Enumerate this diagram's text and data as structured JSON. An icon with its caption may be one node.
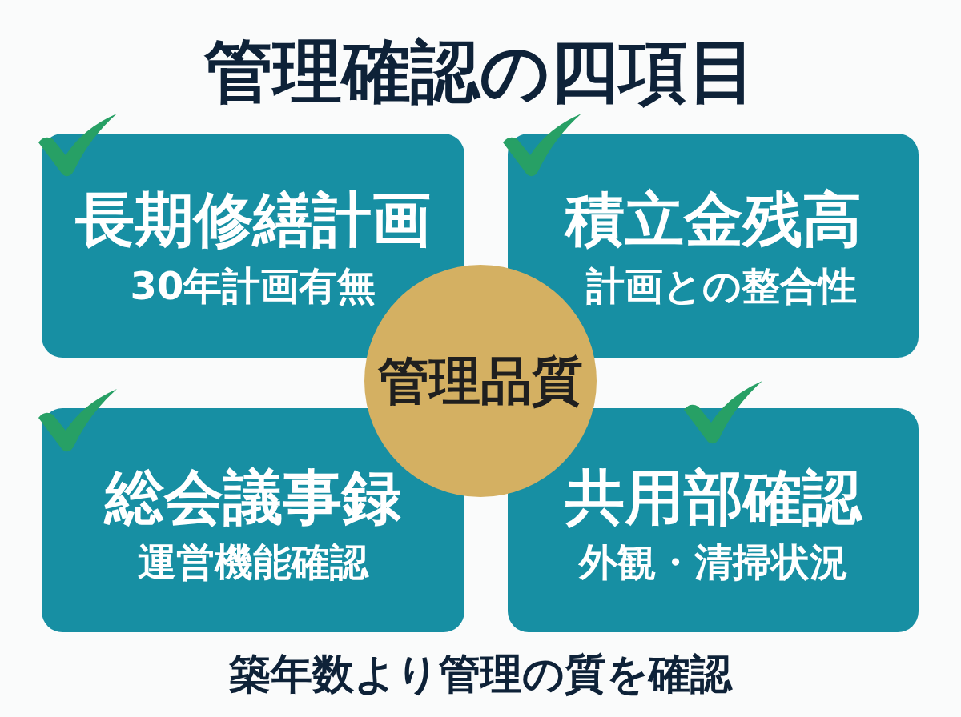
{
  "diagram": {
    "title": "管理確認の四項目",
    "nodes": [
      {
        "text": [
          "長期修繕計画",
          "30年計画有無"
        ]
      },
      {
        "text": [
          "積立金残高",
          "計画との整合性"
        ]
      },
      {
        "text": [
          "管理品質"
        ]
      },
      {
        "text": [
          "総会議事録",
          "運営機能確認"
        ]
      },
      {
        "text": [
          "共用部確認",
          "外観・清掃状況"
        ]
      }
    ],
    "caption": "築年数より管理の質を確認"
  }
}
